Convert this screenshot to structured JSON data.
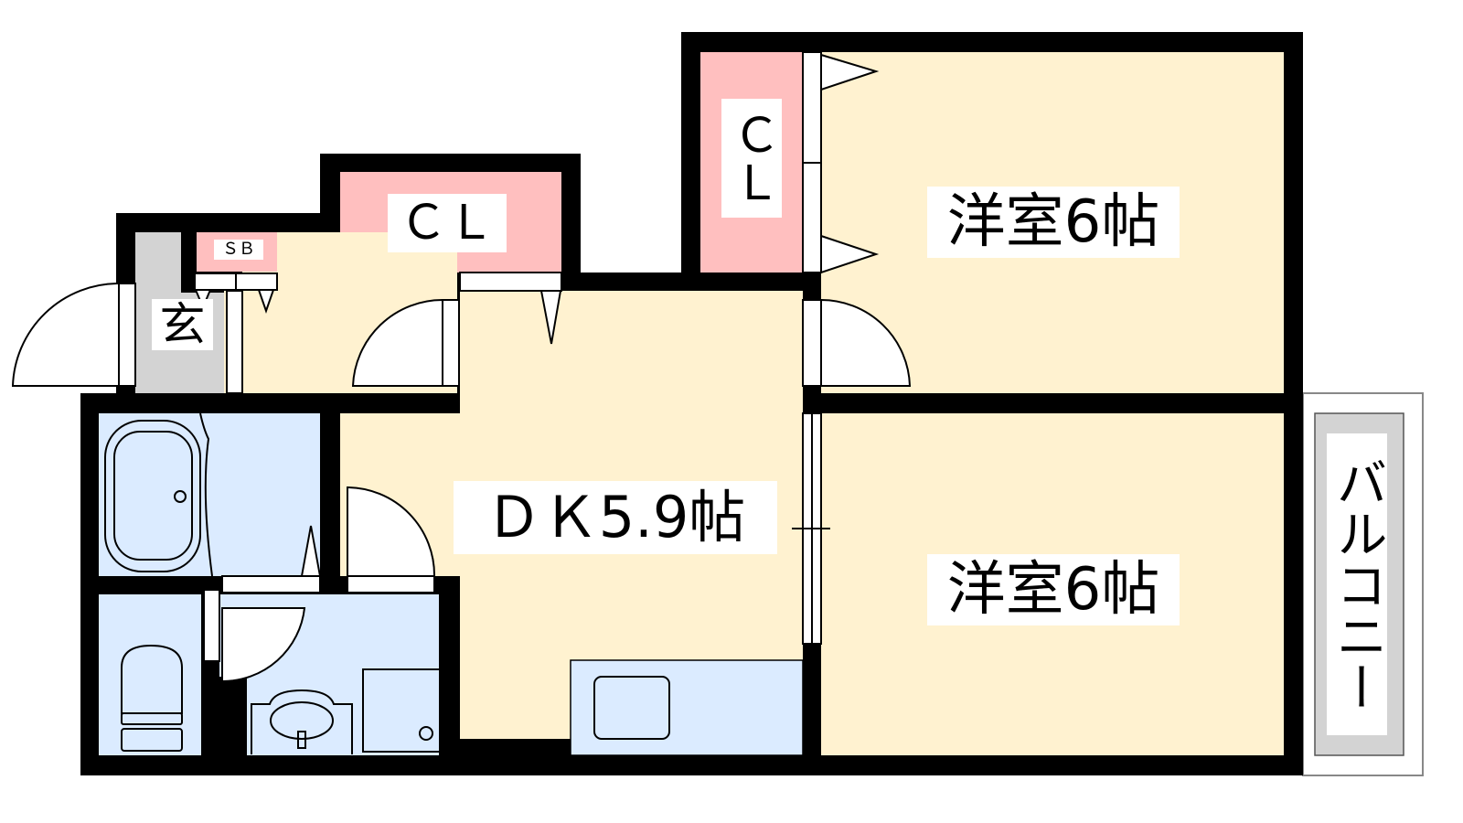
{
  "rooms": {
    "closet_top": "ＣＬ",
    "closet_side": "ＣＬ",
    "western_room_top": "洋室6帖",
    "western_room_bottom": "洋室6帖",
    "dining_kitchen": "ＤＫ5.9帖",
    "entrance": "玄",
    "shoe_box": "ＳＢ",
    "balcony": "バルコニー"
  },
  "colors": {
    "wall": "#000000",
    "living": "#FFF2D0",
    "closet": "#FFBFBF",
    "wet_area": "#DBEBFF",
    "entrance": "#D3D3D3"
  }
}
